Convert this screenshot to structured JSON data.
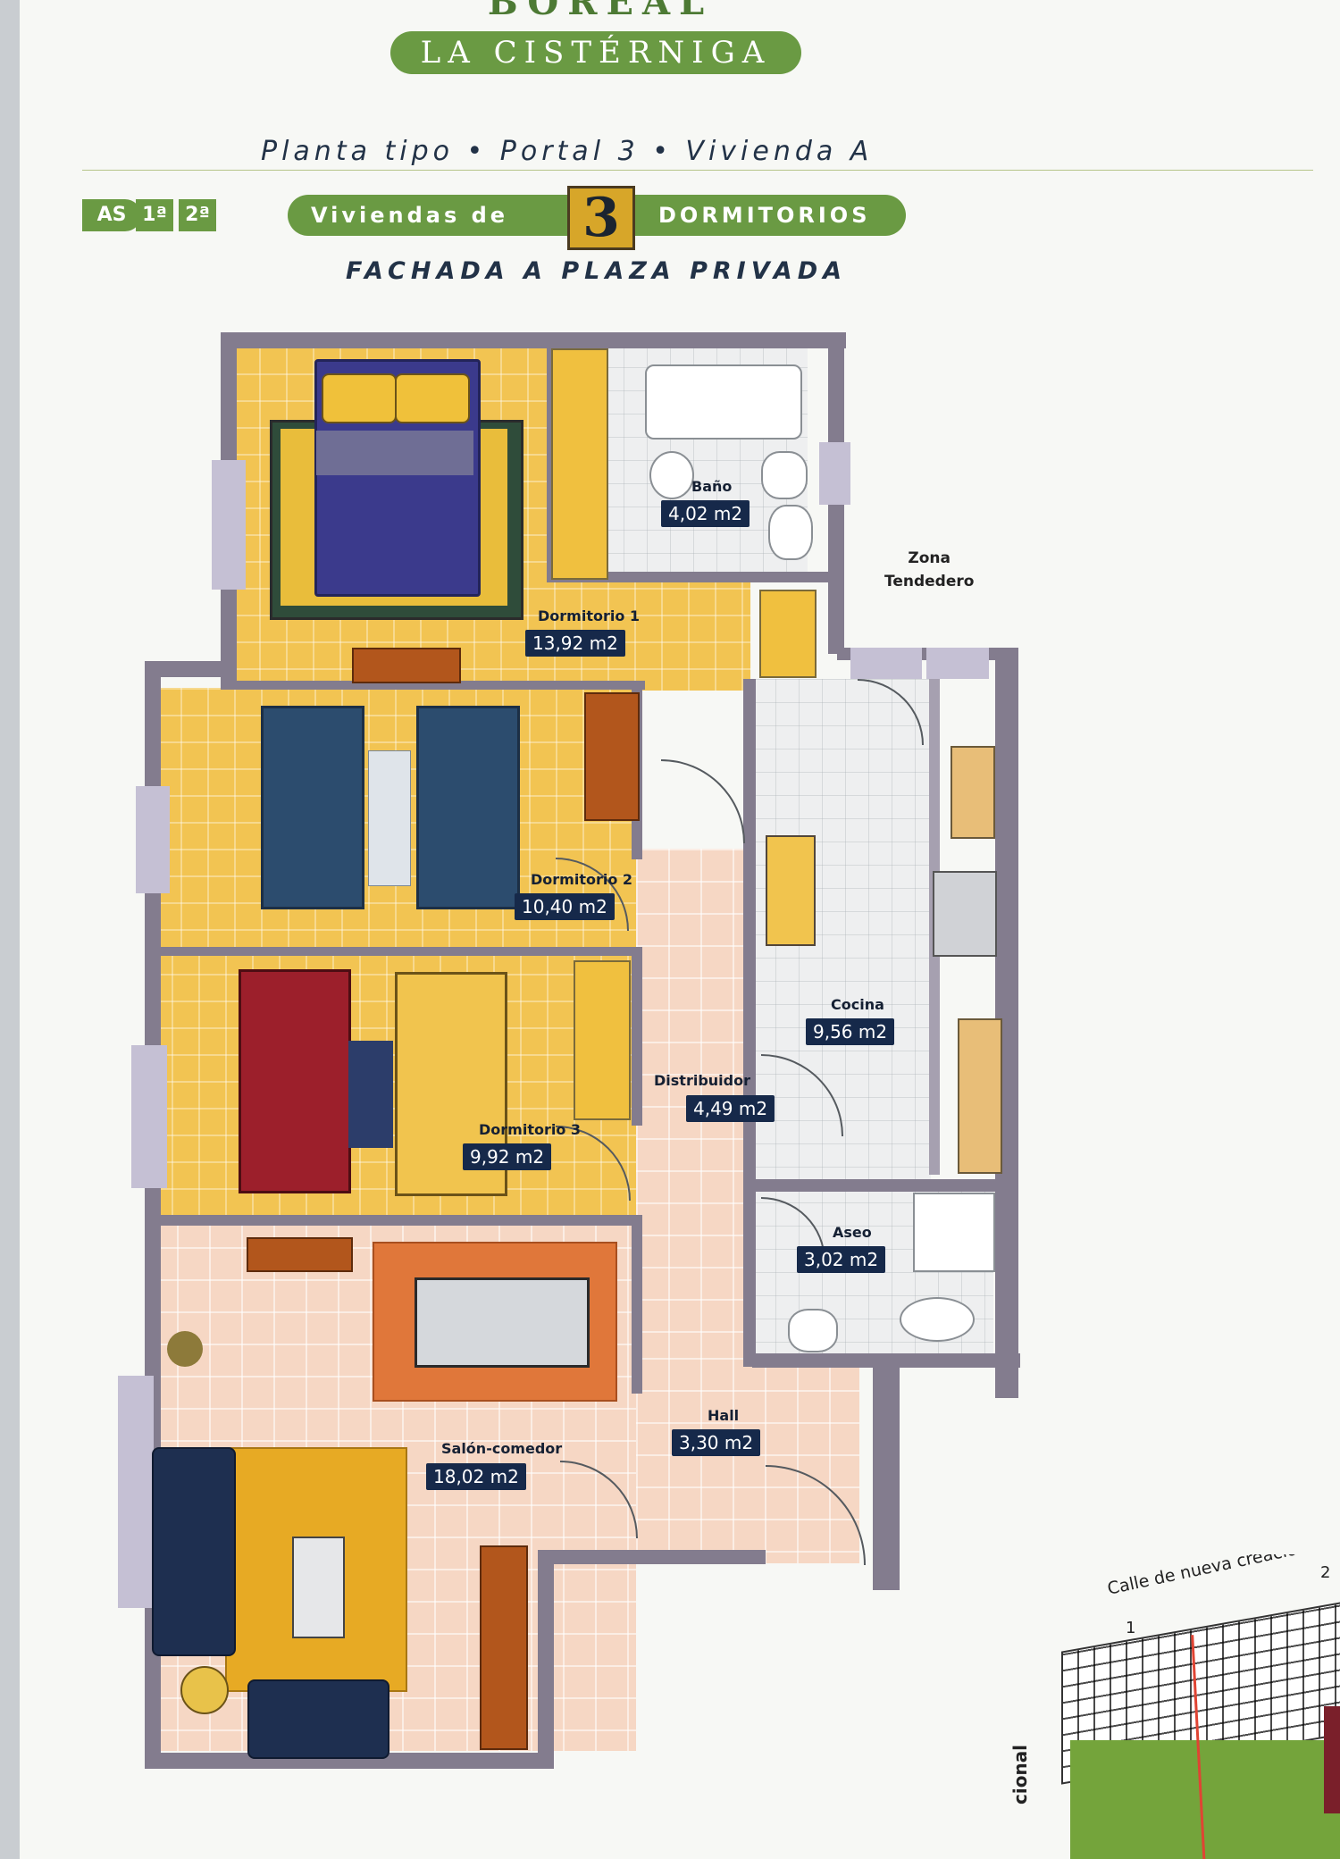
{
  "header": {
    "brand_top": "BOREAL",
    "brand_name": "LA CISTÉRNIGA",
    "subtitle": "Planta tipo • Portal 3 • Vivienda A",
    "floors_partial": "AS",
    "floor_1": "1ª",
    "floor_2": "2ª",
    "dwellings_prefix": "Viviendas de",
    "bedroom_count": "3",
    "dwellings_suffix": "DORMITORIOS",
    "facade": "FACHADA A PLAZA PRIVADA"
  },
  "plan": {
    "zone_label_1": "Zona",
    "zone_label_2": "Tendedero",
    "rooms": [
      {
        "name": "Baño",
        "area": "4,02 m2"
      },
      {
        "name": "Dormitorio 1",
        "area": "13,92 m2"
      },
      {
        "name": "Dormitorio 2",
        "area": "10,40 m2"
      },
      {
        "name": "Cocina",
        "area": "9,56 m2"
      },
      {
        "name": "Distribuidor",
        "area": "4,49 m2"
      },
      {
        "name": "Dormitorio 3",
        "area": "9,92 m2"
      },
      {
        "name": "Aseo",
        "area": "3,02 m2"
      },
      {
        "name": "Hall",
        "area": "3,30 m2"
      },
      {
        "name": "Salón-comedor",
        "area": "18,02 m2"
      }
    ]
  },
  "location_map": {
    "street": "Calle de nueva creación",
    "marker_1": "1",
    "marker_2": "2",
    "side_fragment": "cional"
  },
  "colors": {
    "brand_green": "#6a9a43",
    "badge_navy": "#16294a",
    "floor_yellow": "#f2c452",
    "wall_grey": "#837c8e"
  }
}
